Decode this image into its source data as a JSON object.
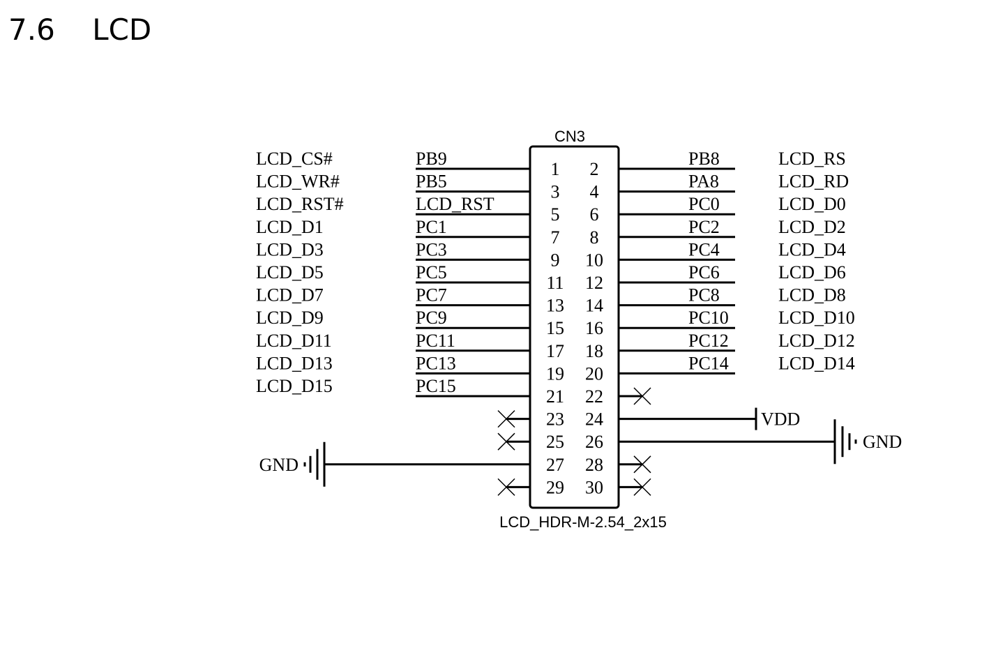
{
  "section": {
    "number": "7.6",
    "title": "LCD"
  },
  "connector": {
    "designator": "CN3",
    "footprint": "LCD_HDR-M-2.54_2x15",
    "pins_per_side": 15
  },
  "left_nets": [
    {
      "pin": 1,
      "net": "LCD_CS#",
      "port": "PB9"
    },
    {
      "pin": 3,
      "net": "LCD_WR#",
      "port": "PB5"
    },
    {
      "pin": 5,
      "net": "LCD_RST#",
      "port": "LCD_RST"
    },
    {
      "pin": 7,
      "net": "LCD_D1",
      "port": "PC1"
    },
    {
      "pin": 9,
      "net": "LCD_D3",
      "port": "PC3"
    },
    {
      "pin": 11,
      "net": "LCD_D5",
      "port": "PC5"
    },
    {
      "pin": 13,
      "net": "LCD_D7",
      "port": "PC7"
    },
    {
      "pin": 15,
      "net": "LCD_D9",
      "port": "PC9"
    },
    {
      "pin": 17,
      "net": "LCD_D11",
      "port": "PC11"
    },
    {
      "pin": 19,
      "net": "LCD_D13",
      "port": "PC13"
    },
    {
      "pin": 21,
      "net": "LCD_D15",
      "port": "PC15"
    }
  ],
  "right_nets": [
    {
      "pin": 2,
      "net": "LCD_RS",
      "port": "PB8"
    },
    {
      "pin": 4,
      "net": "LCD_RD",
      "port": "PA8"
    },
    {
      "pin": 6,
      "net": "LCD_D0",
      "port": "PC0"
    },
    {
      "pin": 8,
      "net": "LCD_D2",
      "port": "PC2"
    },
    {
      "pin": 10,
      "net": "LCD_D4",
      "port": "PC4"
    },
    {
      "pin": 12,
      "net": "LCD_D6",
      "port": "PC6"
    },
    {
      "pin": 14,
      "net": "LCD_D8",
      "port": "PC8"
    },
    {
      "pin": 16,
      "net": "LCD_D10",
      "port": "PC10"
    },
    {
      "pin": 18,
      "net": "LCD_D12",
      "port": "PC12"
    },
    {
      "pin": 20,
      "net": "LCD_D14",
      "port": "PC14"
    }
  ],
  "no_connect_pins": [
    22,
    23,
    25,
    28,
    29,
    30
  ],
  "power": {
    "vdd": {
      "pin": 24,
      "label": "VDD"
    },
    "gnd_right": {
      "pin": 26,
      "label": "GND"
    },
    "gnd_left": {
      "pin": 27,
      "label": "GND"
    }
  }
}
